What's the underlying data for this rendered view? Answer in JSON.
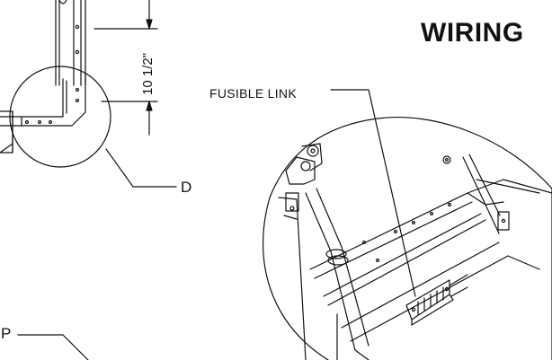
{
  "title": "WIRING",
  "callouts": {
    "fusible_link": "FUSIBLE LINK",
    "detail": "D",
    "partial": "P"
  },
  "dimension": {
    "value": "10 1/2\""
  },
  "colors": {
    "line": "#111111",
    "background": "#ffffff"
  }
}
